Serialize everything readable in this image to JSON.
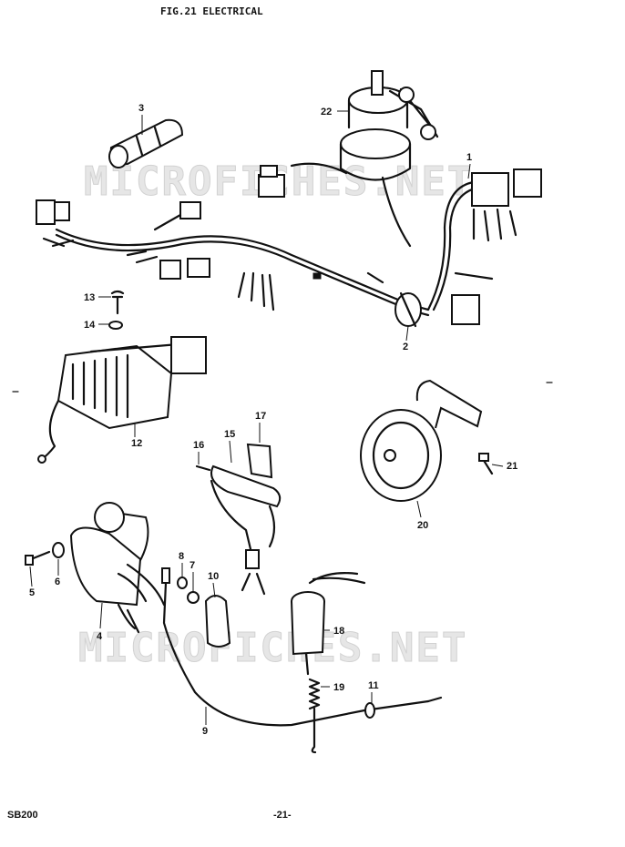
{
  "header": {
    "title": "FIG.21  ELECTRICAL"
  },
  "watermarks": [
    "MICROFICHES.NET",
    "MICROFICHES.NET"
  ],
  "callouts": {
    "c1": "1",
    "c2": "2",
    "c3": "3",
    "c4": "4",
    "c5": "5",
    "c6": "6",
    "c7": "7",
    "c8": "8",
    "c9": "9",
    "c10": "10",
    "c11": "11",
    "c12": "12",
    "c13": "13",
    "c14": "14",
    "c15": "15",
    "c16": "16",
    "c17": "17",
    "c18": "18",
    "c19": "19",
    "c20": "20",
    "c21": "21",
    "c22": "22"
  },
  "footer": {
    "model": "SB200",
    "page": "-21-"
  }
}
